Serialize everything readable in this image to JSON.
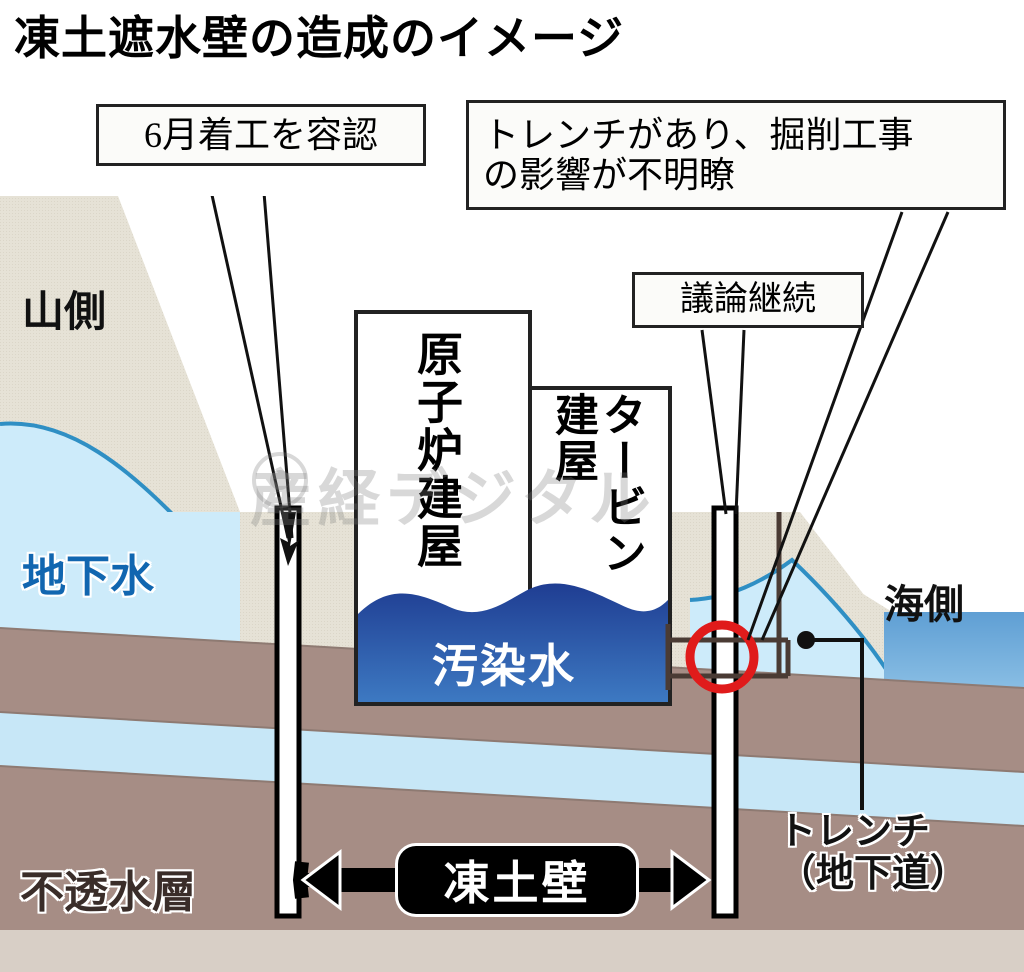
{
  "title": "凍土遮水壁の造成のイメージ",
  "callouts": {
    "june": "6月着工を容認",
    "trench": "トレンチがあり、掘削工事\nの影響が不明瞭",
    "discussion": "議論継続"
  },
  "labels": {
    "mountain_side": "山側",
    "sea_side": "海側",
    "groundwater": "地下水",
    "impermeable_layer": "不透水層",
    "reactor_building": "原子炉建屋",
    "turbine_building_1": "建屋",
    "turbine_building_2": "タービン",
    "contaminated_water": "汚染水",
    "frozen_soil_wall": "凍土壁",
    "trench_bottom": "トレンチ\n（地下道）"
  },
  "watermark": "産経デジタル",
  "colors": {
    "ground_fill": "#e6e2d6",
    "impermeable_brown": "#a68d85",
    "aquifer_blue": "#c7e7f7",
    "groundwater_light": "#cdebfa",
    "sea_blue": "#5f9fd4",
    "contaminated_water_dark": "#203f93",
    "contaminated_water_light": "#3b76c0",
    "highlight_red": "#e01b1b",
    "wall_black": "#000000",
    "text_blue": "#1166b0"
  },
  "annotations": {
    "highlight_circle": "red-circle-trench-intersection",
    "wall_arrow": "double-headed-arrow-frozen-wall-extent"
  }
}
